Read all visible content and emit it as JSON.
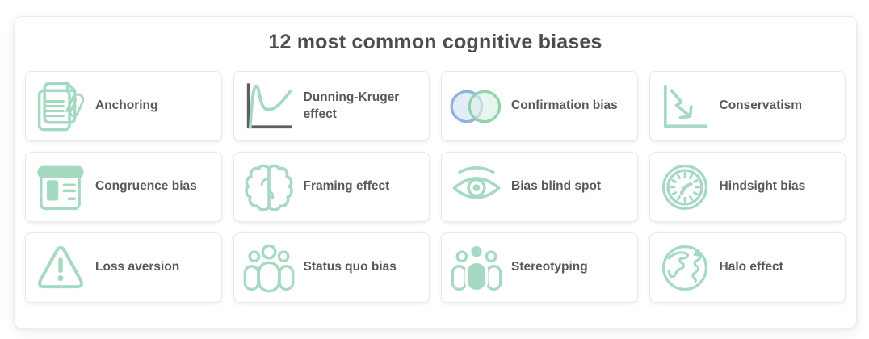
{
  "panel": {
    "title": "12 most common cognitive biases"
  },
  "colors": {
    "icon_green": "#a5d9c1",
    "venn_blue_stroke": "#8fb3de",
    "venn_blue_fill": "#dce8f5",
    "venn_green_stroke": "#93d2ae",
    "venn_green_fill": "#def0e7",
    "axis_gray": "#5e5e5e",
    "title_text": "#4d4d4d",
    "label_text": "#595959",
    "card_border": "#e8e8e8",
    "panel_border": "#ececec"
  },
  "cards": [
    {
      "label": "Anchoring",
      "icon": "documents-paperclip-icon"
    },
    {
      "label": "Dunning-Kruger effect",
      "icon": "learning-curve-chart-icon"
    },
    {
      "label": "Confirmation bias",
      "icon": "venn-diagram-icon"
    },
    {
      "label": "Conservatism",
      "icon": "declining-chart-arrow-icon"
    },
    {
      "label": "Congruence bias",
      "icon": "window-form-icon"
    },
    {
      "label": "Framing effect",
      "icon": "brain-icon"
    },
    {
      "label": "Bias blind spot",
      "icon": "eye-icon"
    },
    {
      "label": "Hindsight bias",
      "icon": "clock-icon"
    },
    {
      "label": "Loss aversion",
      "icon": "warning-triangle-icon"
    },
    {
      "label": "Status quo bias",
      "icon": "people-group-icon"
    },
    {
      "label": "Stereotyping",
      "icon": "people-highlight-icon"
    },
    {
      "label": "Halo effect",
      "icon": "globe-icon"
    }
  ]
}
